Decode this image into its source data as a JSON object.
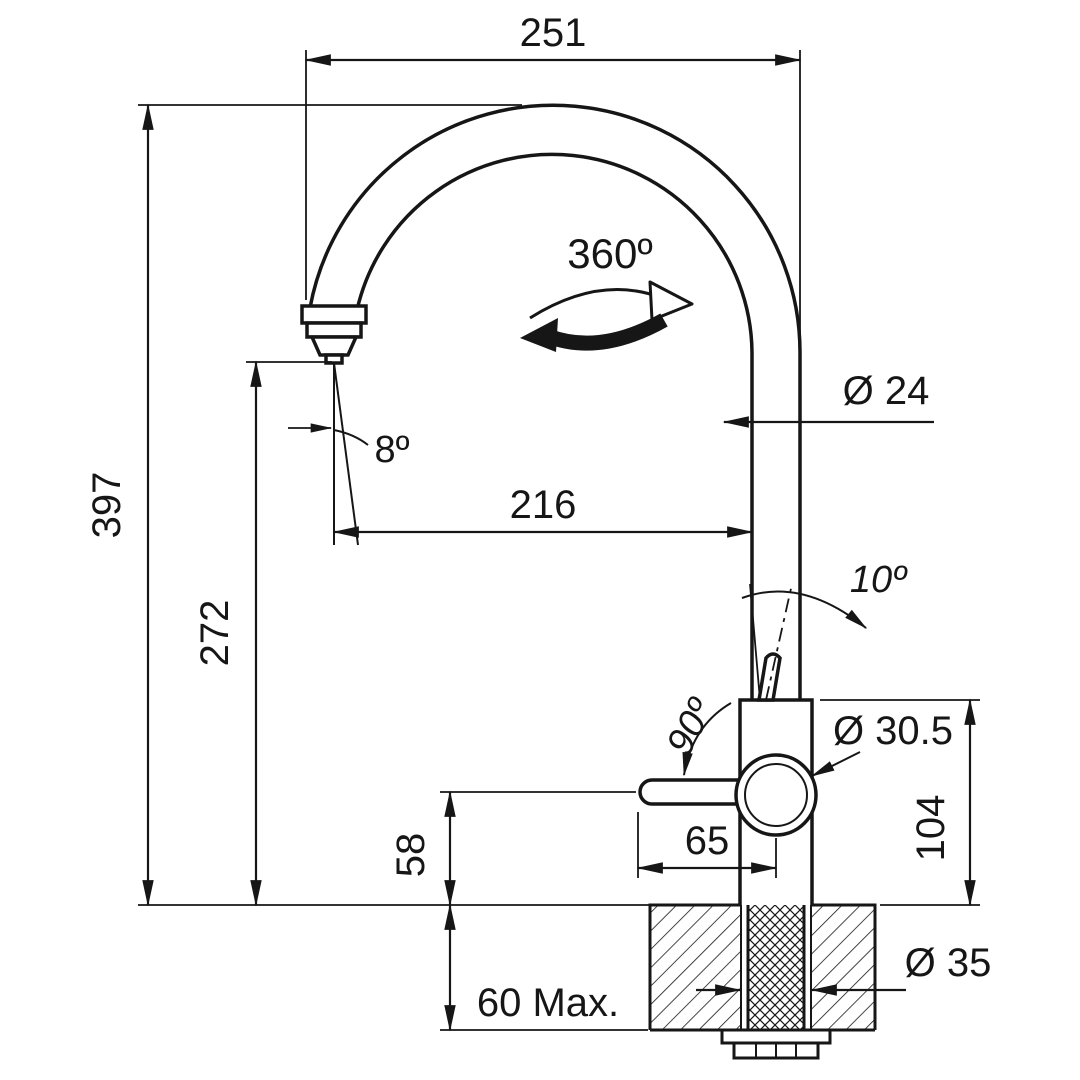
{
  "drawing": {
    "colors": {
      "line": "#161616",
      "background": "#ffffff"
    },
    "labels": {
      "overall_width": "251",
      "overall_height": "397",
      "swivel_rotation": "360º",
      "spout_tube_diameter": "Ø 24",
      "outlet_angle": "8º",
      "spout_reach": "216",
      "outlet_height": "272",
      "lever_tilt_angle": "10º",
      "lever_swing_angle": "90º",
      "body_diameter": "Ø 30.5",
      "body_height": "104",
      "lever_length": "65",
      "lever_height": "58",
      "countertop_thickness_max": "60 Max.",
      "mounting_hole_diameter": "Ø 35"
    }
  }
}
